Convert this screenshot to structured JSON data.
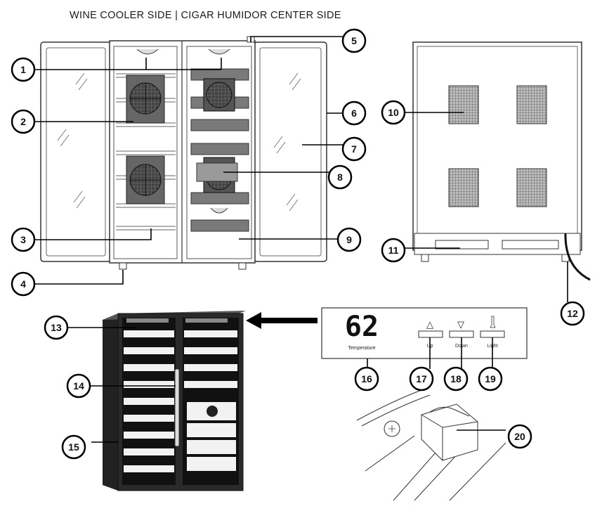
{
  "title": "WINE COOLER SIDE | CIGAR HUMIDOR CENTER SIDE",
  "callouts": [
    "1",
    "2",
    "3",
    "4",
    "5",
    "6",
    "7",
    "8",
    "9",
    "10",
    "11",
    "12",
    "13",
    "14",
    "15",
    "16",
    "17",
    "18",
    "19",
    "20"
  ],
  "control_panel": {
    "display": "62",
    "temperature_label": "Temperature",
    "up_symbol": "△",
    "down_symbol": "▽",
    "up_label": "Up",
    "down_label": "Down",
    "light_label": "Light"
  }
}
